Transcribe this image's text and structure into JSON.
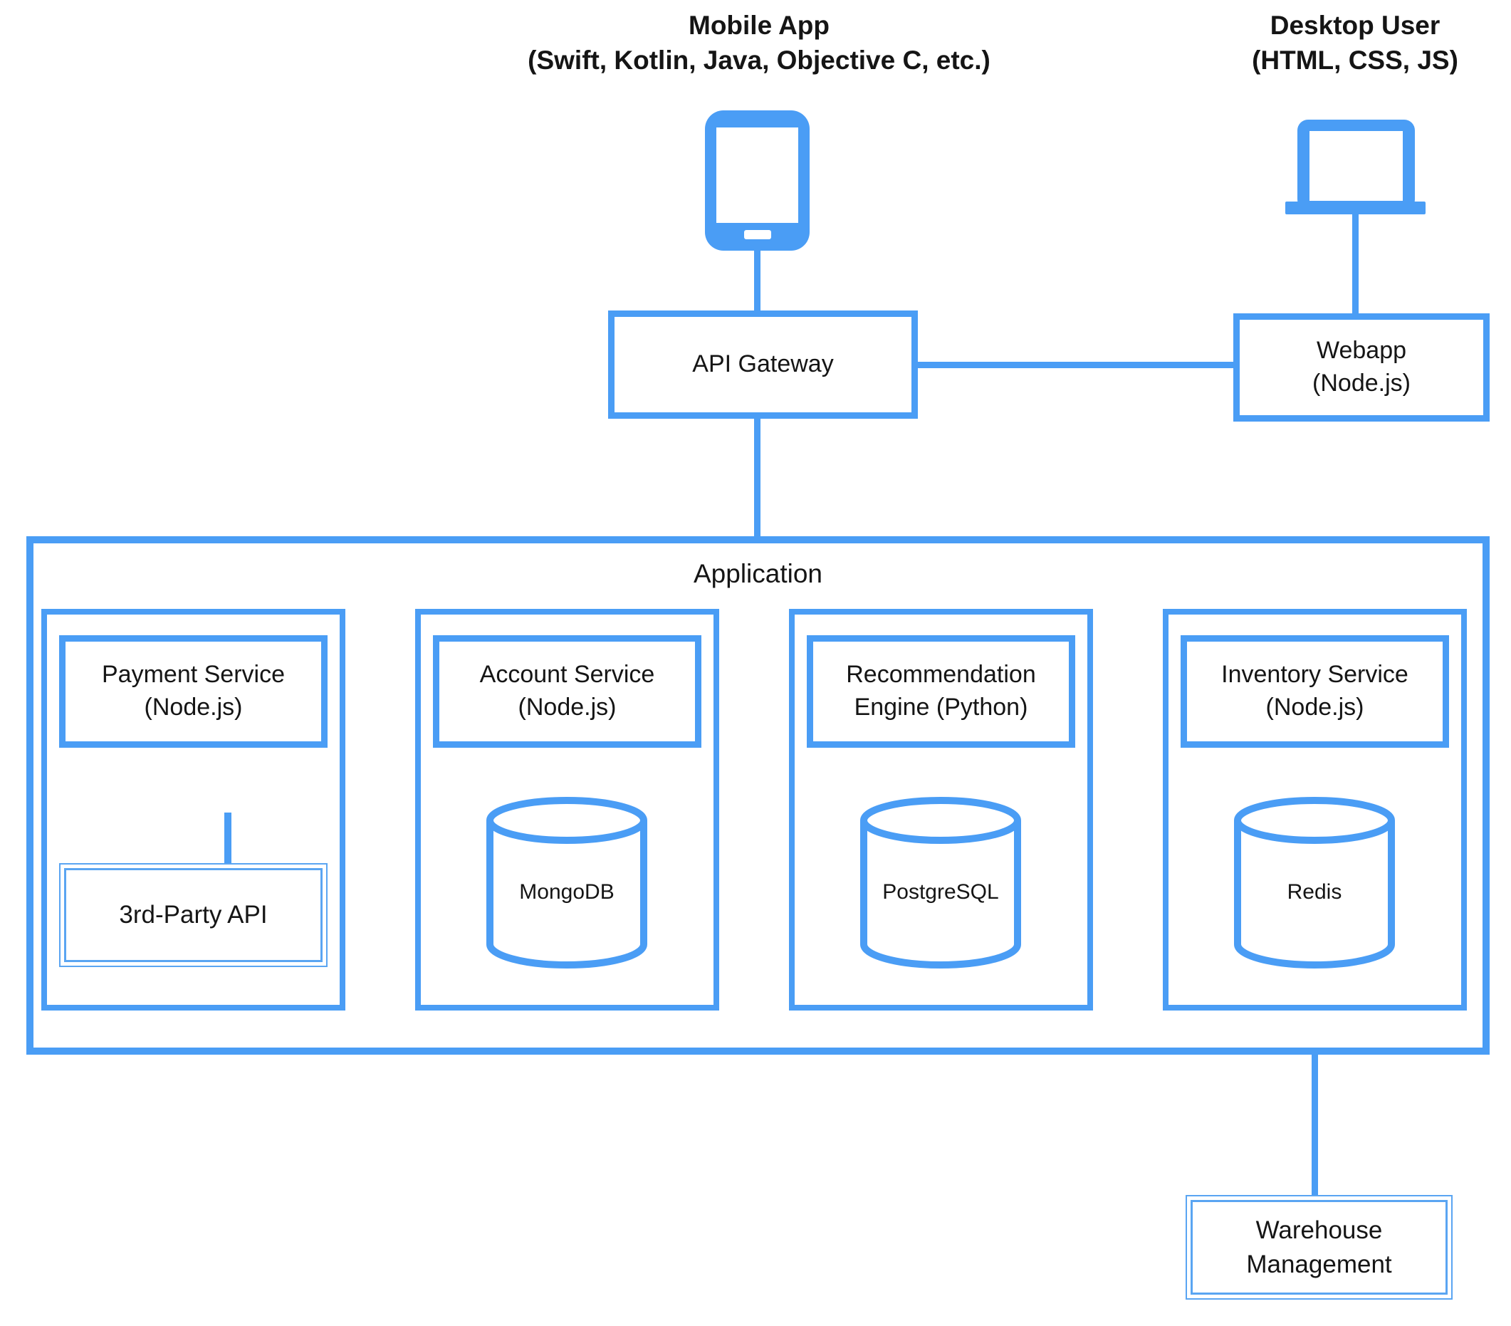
{
  "colors": {
    "accent": "#4a9df5",
    "accent_light": "#5aa5f2",
    "text": "#151515"
  },
  "top": {
    "mobile": {
      "title": "Mobile App",
      "subtitle": "(Swift, Kotlin, Java, Objective C, etc.)"
    },
    "desktop": {
      "title": "Desktop User",
      "subtitle": "(HTML, CSS, JS)"
    }
  },
  "gateway": {
    "label": "API Gateway"
  },
  "webapp": {
    "line1": "Webapp",
    "line2": "(Node.js)"
  },
  "application": {
    "title": "Application",
    "columns": [
      {
        "service_line1": "Payment Service",
        "service_line2": "(Node.js)",
        "child_type": "box",
        "child_label": "3rd-Party API"
      },
      {
        "service_line1": "Account Service",
        "service_line2": "(Node.js)",
        "child_type": "cylinder",
        "child_label": "MongoDB"
      },
      {
        "service_line1": "Recommendation",
        "service_line2": "Engine (Python)",
        "child_type": "cylinder",
        "child_label": "PostgreSQL"
      },
      {
        "service_line1": "Inventory Service",
        "service_line2": "(Node.js)",
        "child_type": "cylinder",
        "child_label": "Redis"
      }
    ]
  },
  "warehouse": {
    "line1": "Warehouse",
    "line2": "Management"
  },
  "icons": {
    "mobile": "smartphone-icon",
    "desktop": "laptop-icon"
  }
}
